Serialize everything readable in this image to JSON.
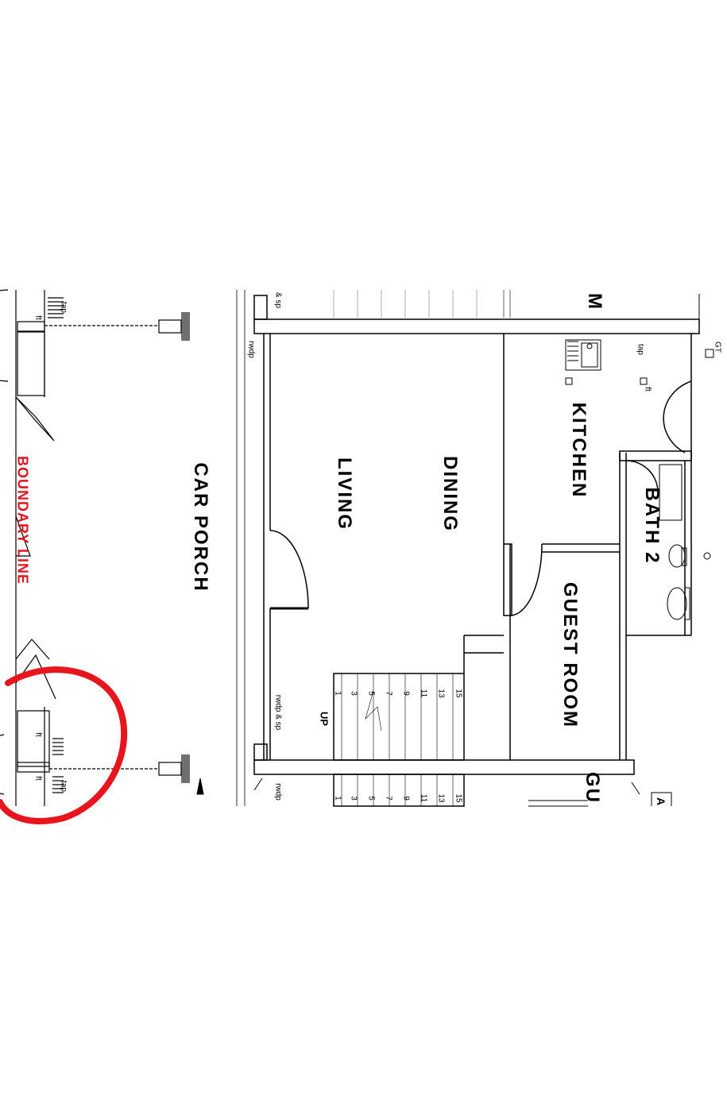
{
  "rooms": {
    "car_porch": "CAR PORCH",
    "living": "LIVING",
    "dining": "DINING",
    "kitchen": "KITCHEN",
    "bath2": "BATH 2",
    "guest_room": "GUEST ROOM",
    "guest_partial": "GU",
    "top_partial": "M",
    "corner_partial": "A"
  },
  "boundary_label": "BOUNDARY LINE",
  "annotations": {
    "tap_top": "tap",
    "tap_bottom": "tap",
    "tap_kitchen": "tap",
    "rwdp_top": "rwdp",
    "rwdp_sp_top": "& sp",
    "rwdp_sp_bottom": "rwdp & sp",
    "rwdp_bottom": "rwdp",
    "gt": "GT",
    "ft1": "ft",
    "ft2": "ft",
    "ft3": "ft",
    "ft4": "ft",
    "up": "UP"
  },
  "stair_numbers": [
    "1",
    "3",
    "5",
    "7",
    "9",
    "11",
    "13",
    "15"
  ],
  "colors": {
    "ink": "#000000",
    "boundary": "#e0141e",
    "markup": "#e8141e",
    "column": "#707070"
  }
}
